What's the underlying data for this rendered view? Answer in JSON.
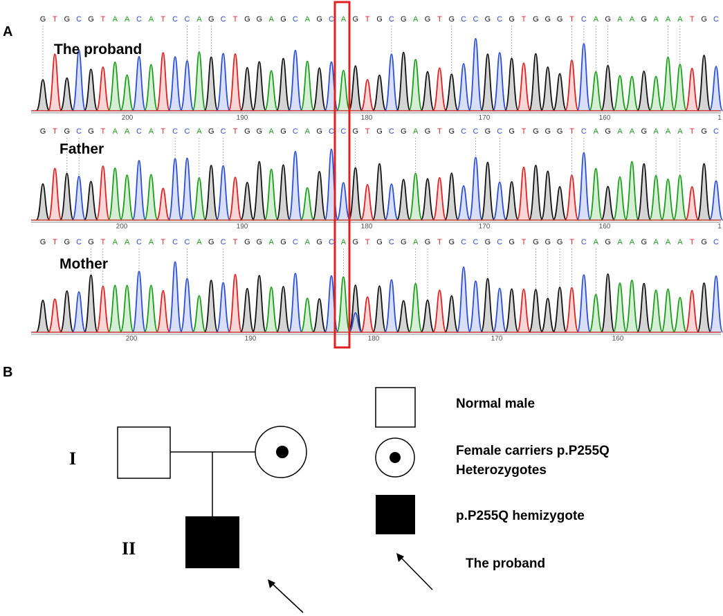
{
  "panel_labels": {
    "a": "A",
    "b": "B"
  },
  "sequence": "GTGCGTAACATCCAGCTGGAGCAGCAGTGCGAGTGCCGCGTGGGTCAGAAGAAATGC",
  "tracks": [
    {
      "label": "The proband",
      "sequence": "GTGCGTAACATCCAGCTGGAGCAGCAGTGCGAGTGCCGCGTGGGTCAGAAGAAATGC",
      "axis_ticks": [
        "200",
        "190",
        "180",
        "170",
        "160",
        "1"
      ],
      "variant_call": "A",
      "variant_status": "hemizygous"
    },
    {
      "label": "Father",
      "sequence": "GTGCGTAACATCCAGCTGGAGCAGCCGTGCGAGTGCCGCGTGGGTCAGAAGAAATGC",
      "axis_ticks": [
        "200",
        "190",
        "180",
        "170",
        "160",
        "1"
      ],
      "variant_call": "C",
      "variant_status": "normal"
    },
    {
      "label": "Mother",
      "sequence": "GTGCGTAACATCCAGCTGGAGCAGCAGTGCGAGTGCCGCGTGGGTCAGAAGAAATGC",
      "axis_ticks": [
        "200",
        "190",
        "180",
        "170",
        "160"
      ],
      "variant_call": "A",
      "variant_status": "heterozygous"
    }
  ],
  "variant_index": 26,
  "base_colors": {
    "A": "#1a9e1a",
    "C": "#2a4fd6",
    "G": "#111111",
    "T": "#e02020"
  },
  "highlight_color": "#e02020",
  "pedigree": {
    "generations": [
      "I",
      "II"
    ],
    "members": [
      {
        "id": "I-1",
        "sex": "male",
        "status": "normal"
      },
      {
        "id": "I-2",
        "sex": "female",
        "status": "carrier"
      },
      {
        "id": "II-1",
        "sex": "male",
        "status": "affected",
        "proband": true
      }
    ]
  },
  "legend": [
    {
      "symbol": "square-open",
      "label": "Normal male"
    },
    {
      "symbol": "circle-dot",
      "label": "Female carriers p.P255Q",
      "label2": "Heterozygotes"
    },
    {
      "symbol": "square-filled",
      "label": "p.P255Q hemizygote"
    },
    {
      "symbol": "arrow",
      "label": "The proband"
    }
  ]
}
